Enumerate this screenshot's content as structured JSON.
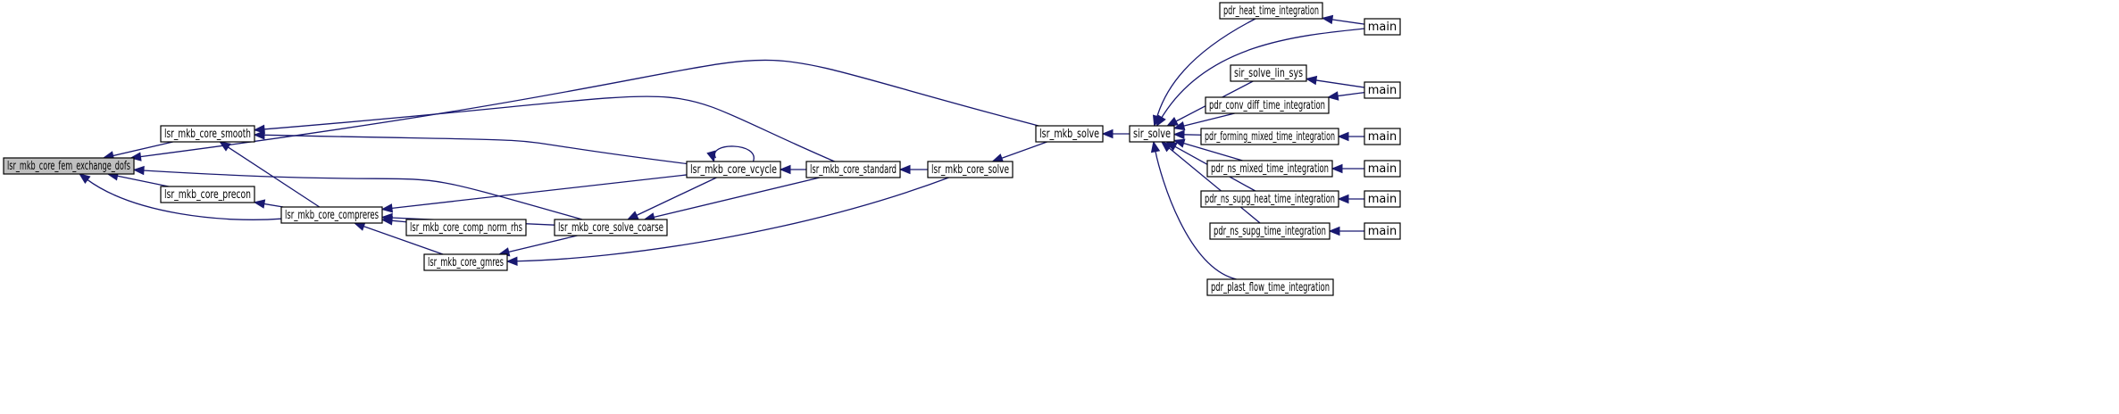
{
  "colors": {
    "edge": "#191970",
    "root_fill": "#bfbfbf",
    "node_fill": "#ffffff",
    "node_stroke": "#000000"
  },
  "nodes": [
    {
      "id": "root",
      "label": "lsr_mkb_core_fem_exchange_dofs",
      "root": true
    },
    {
      "id": "smooth",
      "label": "lsr_mkb_core_smooth"
    },
    {
      "id": "precon",
      "label": "lsr_mkb_core_precon"
    },
    {
      "id": "compreres",
      "label": "lsr_mkb_core_compreres"
    },
    {
      "id": "gmres",
      "label": "lsr_mkb_core_gmres"
    },
    {
      "id": "compnorm",
      "label": "lsr_mkb_core_comp_norm_rhs"
    },
    {
      "id": "coarse",
      "label": "lsr_mkb_core_solve_coarse"
    },
    {
      "id": "vcycle",
      "label": "lsr_mkb_core_vcycle"
    },
    {
      "id": "standard",
      "label": "lsr_mkb_core_standard"
    },
    {
      "id": "coresolve",
      "label": "lsr_mkb_core_solve"
    },
    {
      "id": "mkbsolve",
      "label": "lsr_mkb_solve"
    },
    {
      "id": "sirsolve",
      "label": "sir_solve"
    },
    {
      "id": "heat",
      "label": "pdr_heat_time_integration"
    },
    {
      "id": "linsys",
      "label": "sir_solve_lin_sys"
    },
    {
      "id": "convdiff",
      "label": "pdr_conv_diff_time_integration"
    },
    {
      "id": "forming",
      "label": "pdr_forming_mixed_time_integration"
    },
    {
      "id": "nsmixed",
      "label": "pdr_ns_mixed_time_integration"
    },
    {
      "id": "nssupgheat",
      "label": "pdr_ns_supg_heat_time_integration"
    },
    {
      "id": "nssupg",
      "label": "pdr_ns_supg_time_integration"
    },
    {
      "id": "plast",
      "label": "pdr_plast_flow_time_integration"
    },
    {
      "id": "main1",
      "label": "main"
    },
    {
      "id": "main2",
      "label": "main"
    },
    {
      "id": "main3",
      "label": "main"
    },
    {
      "id": "main4",
      "label": "main"
    },
    {
      "id": "main5",
      "label": "main"
    },
    {
      "id": "main6",
      "label": "main"
    }
  ],
  "edges": [
    [
      "smooth",
      "root"
    ],
    [
      "precon",
      "root"
    ],
    [
      "compreres",
      "root"
    ],
    [
      "coarse",
      "root"
    ],
    [
      "mkbsolve",
      "root"
    ],
    [
      "compreres",
      "smooth"
    ],
    [
      "vcycle",
      "smooth"
    ],
    [
      "standard",
      "smooth"
    ],
    [
      "compreres",
      "precon"
    ],
    [
      "gmres",
      "compreres"
    ],
    [
      "compnorm",
      "compreres"
    ],
    [
      "coarse",
      "compreres"
    ],
    [
      "vcycle",
      "compreres"
    ],
    [
      "coarse",
      "gmres"
    ],
    [
      "coresolve",
      "gmres"
    ],
    [
      "vcycle",
      "coarse"
    ],
    [
      "standard",
      "coarse"
    ],
    [
      "vcycle",
      "vcycle"
    ],
    [
      "standard",
      "vcycle"
    ],
    [
      "coresolve",
      "standard"
    ],
    [
      "mkbsolve",
      "coresolve"
    ],
    [
      "sirsolve",
      "mkbsolve"
    ],
    [
      "heat",
      "sirsolve"
    ],
    [
      "main1",
      "sirsolve"
    ],
    [
      "linsys",
      "sirsolve"
    ],
    [
      "convdiff",
      "sirsolve"
    ],
    [
      "forming",
      "sirsolve"
    ],
    [
      "nsmixed",
      "sirsolve"
    ],
    [
      "nssupgheat",
      "sirsolve"
    ],
    [
      "nssupg",
      "sirsolve"
    ],
    [
      "plast",
      "sirsolve"
    ],
    [
      "main1",
      "heat"
    ],
    [
      "main2",
      "linsys"
    ],
    [
      "main2",
      "convdiff"
    ],
    [
      "main3",
      "forming"
    ],
    [
      "main4",
      "nsmixed"
    ],
    [
      "main5",
      "nssupgheat"
    ],
    [
      "main6",
      "nssupg"
    ]
  ]
}
